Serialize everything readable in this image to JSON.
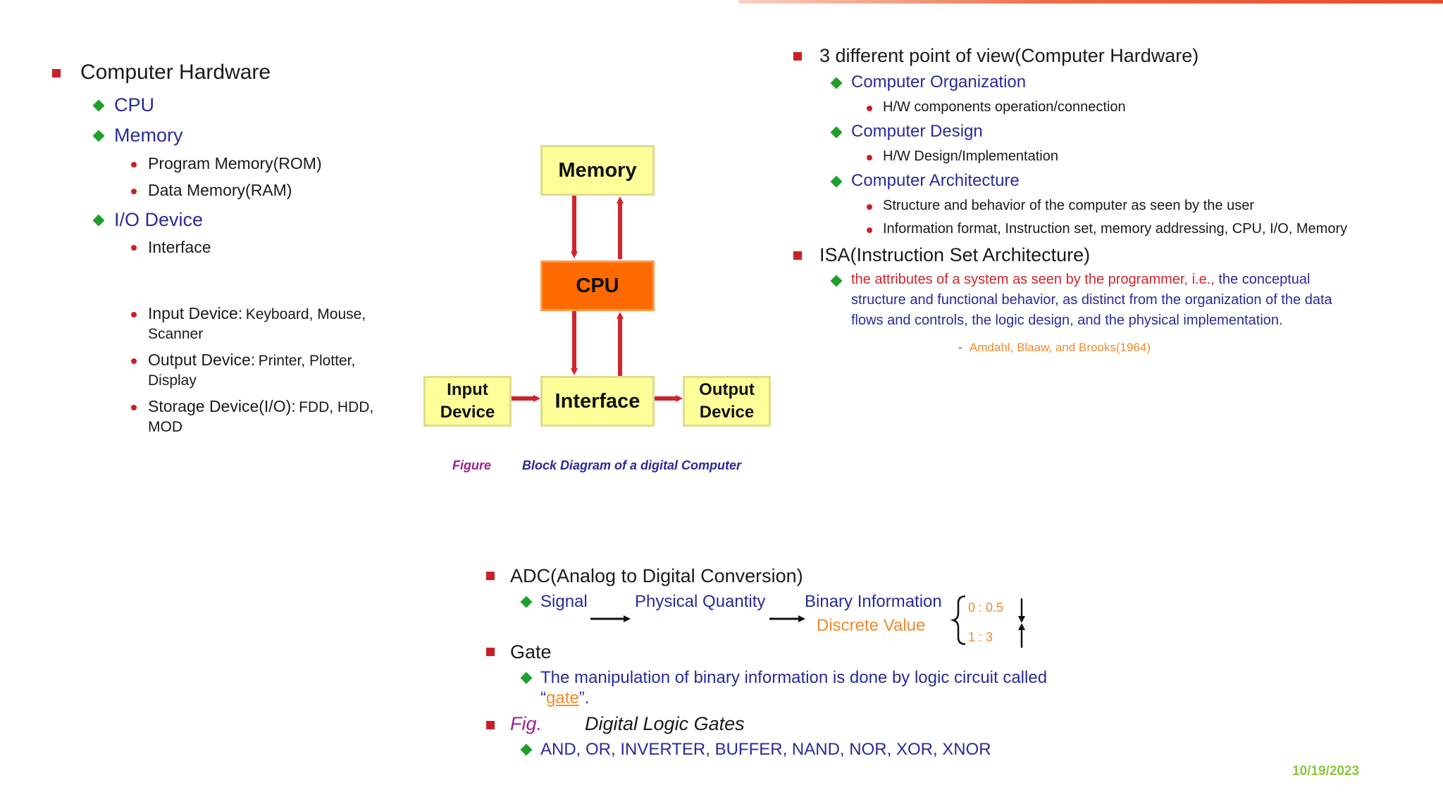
{
  "left": {
    "title": "Computer Hardware",
    "cpu": "CPU",
    "memory": "Memory",
    "program_memory": "Program Memory(ROM)",
    "data_memory": "Data Memory(RAM)",
    "io_device": "I/O Device",
    "interface": "Interface",
    "input_label": "Input Device:",
    "input_values_1": "Keyboard, Mouse,",
    "input_values_2": "Scanner",
    "output_label": "Output Device:",
    "output_values_1": "Printer, Plotter,",
    "output_values_2": "Display",
    "storage_label": "Storage Device(I/O):",
    "storage_values_1": "FDD, HDD,",
    "storage_values_2": "MOD"
  },
  "diagram": {
    "memory": "Memory",
    "cpu": "CPU",
    "interface": "Interface",
    "input_1": "Input",
    "input_2": "Device",
    "output_1": "Output",
    "output_2": "Device",
    "figure_label": "Figure",
    "caption": "Block Diagram of a digital Computer"
  },
  "right": {
    "title": "3 different point of view(Computer Hardware)",
    "org": "Computer Organization",
    "org_desc": "H/W components operation/connection",
    "design": "Computer Design",
    "design_desc": "H/W Design/Implementation",
    "arch": "Computer Architecture",
    "arch_desc_1": "Structure and behavior of the computer as seen by the user",
    "arch_desc_2": "Information format, Instruction set, memory addressing, CPU,  I/O, Memory",
    "isa_title": "ISA(Instruction Set Architecture)",
    "isa_red": "the attributes of a system as seen by the programmer, i.e.,",
    "isa_blue_1": " the conceptual",
    "isa_blue_2": "structure and functional behavior, as distinct from the organization of the data",
    "isa_blue_3": "flows and controls, the logic design, and the physical implementation.",
    "citation_dash": "-",
    "citation": "Amdahl, Blaaw, and Brooks(1964)"
  },
  "bottom": {
    "adc_title": "ADC(Analog to Digital Conversion)",
    "signal": "Signal",
    "physical": "Physical Quantity",
    "binary": "Binary Information",
    "discrete": "Discrete Value",
    "range_low": "0 : 0.5",
    "range_high": "1 :  3",
    "gate_title": "Gate",
    "gate_desc_1": "The manipulation of binary information is done by logic circuit called",
    "gate_quote_open": "“",
    "gate_word": "gate",
    "gate_quote_close": "”.",
    "fig_label": "Fig.",
    "fig_title": "Digital Logic Gates",
    "gates_list": "AND, OR, INVERTER, BUFFER, NAND, NOR, XOR, XNOR"
  },
  "footer": {
    "date": "10/19/2023"
  },
  "colors": {
    "bullet_red": "#c8202a",
    "bullet_green": "#1f9e2c",
    "heading_blue": "#2a2a9a",
    "box_yellow": "#ffff99",
    "box_orange": "#ff6a00",
    "arrow_red": "#d0242c",
    "date_green": "#8cc63f"
  }
}
